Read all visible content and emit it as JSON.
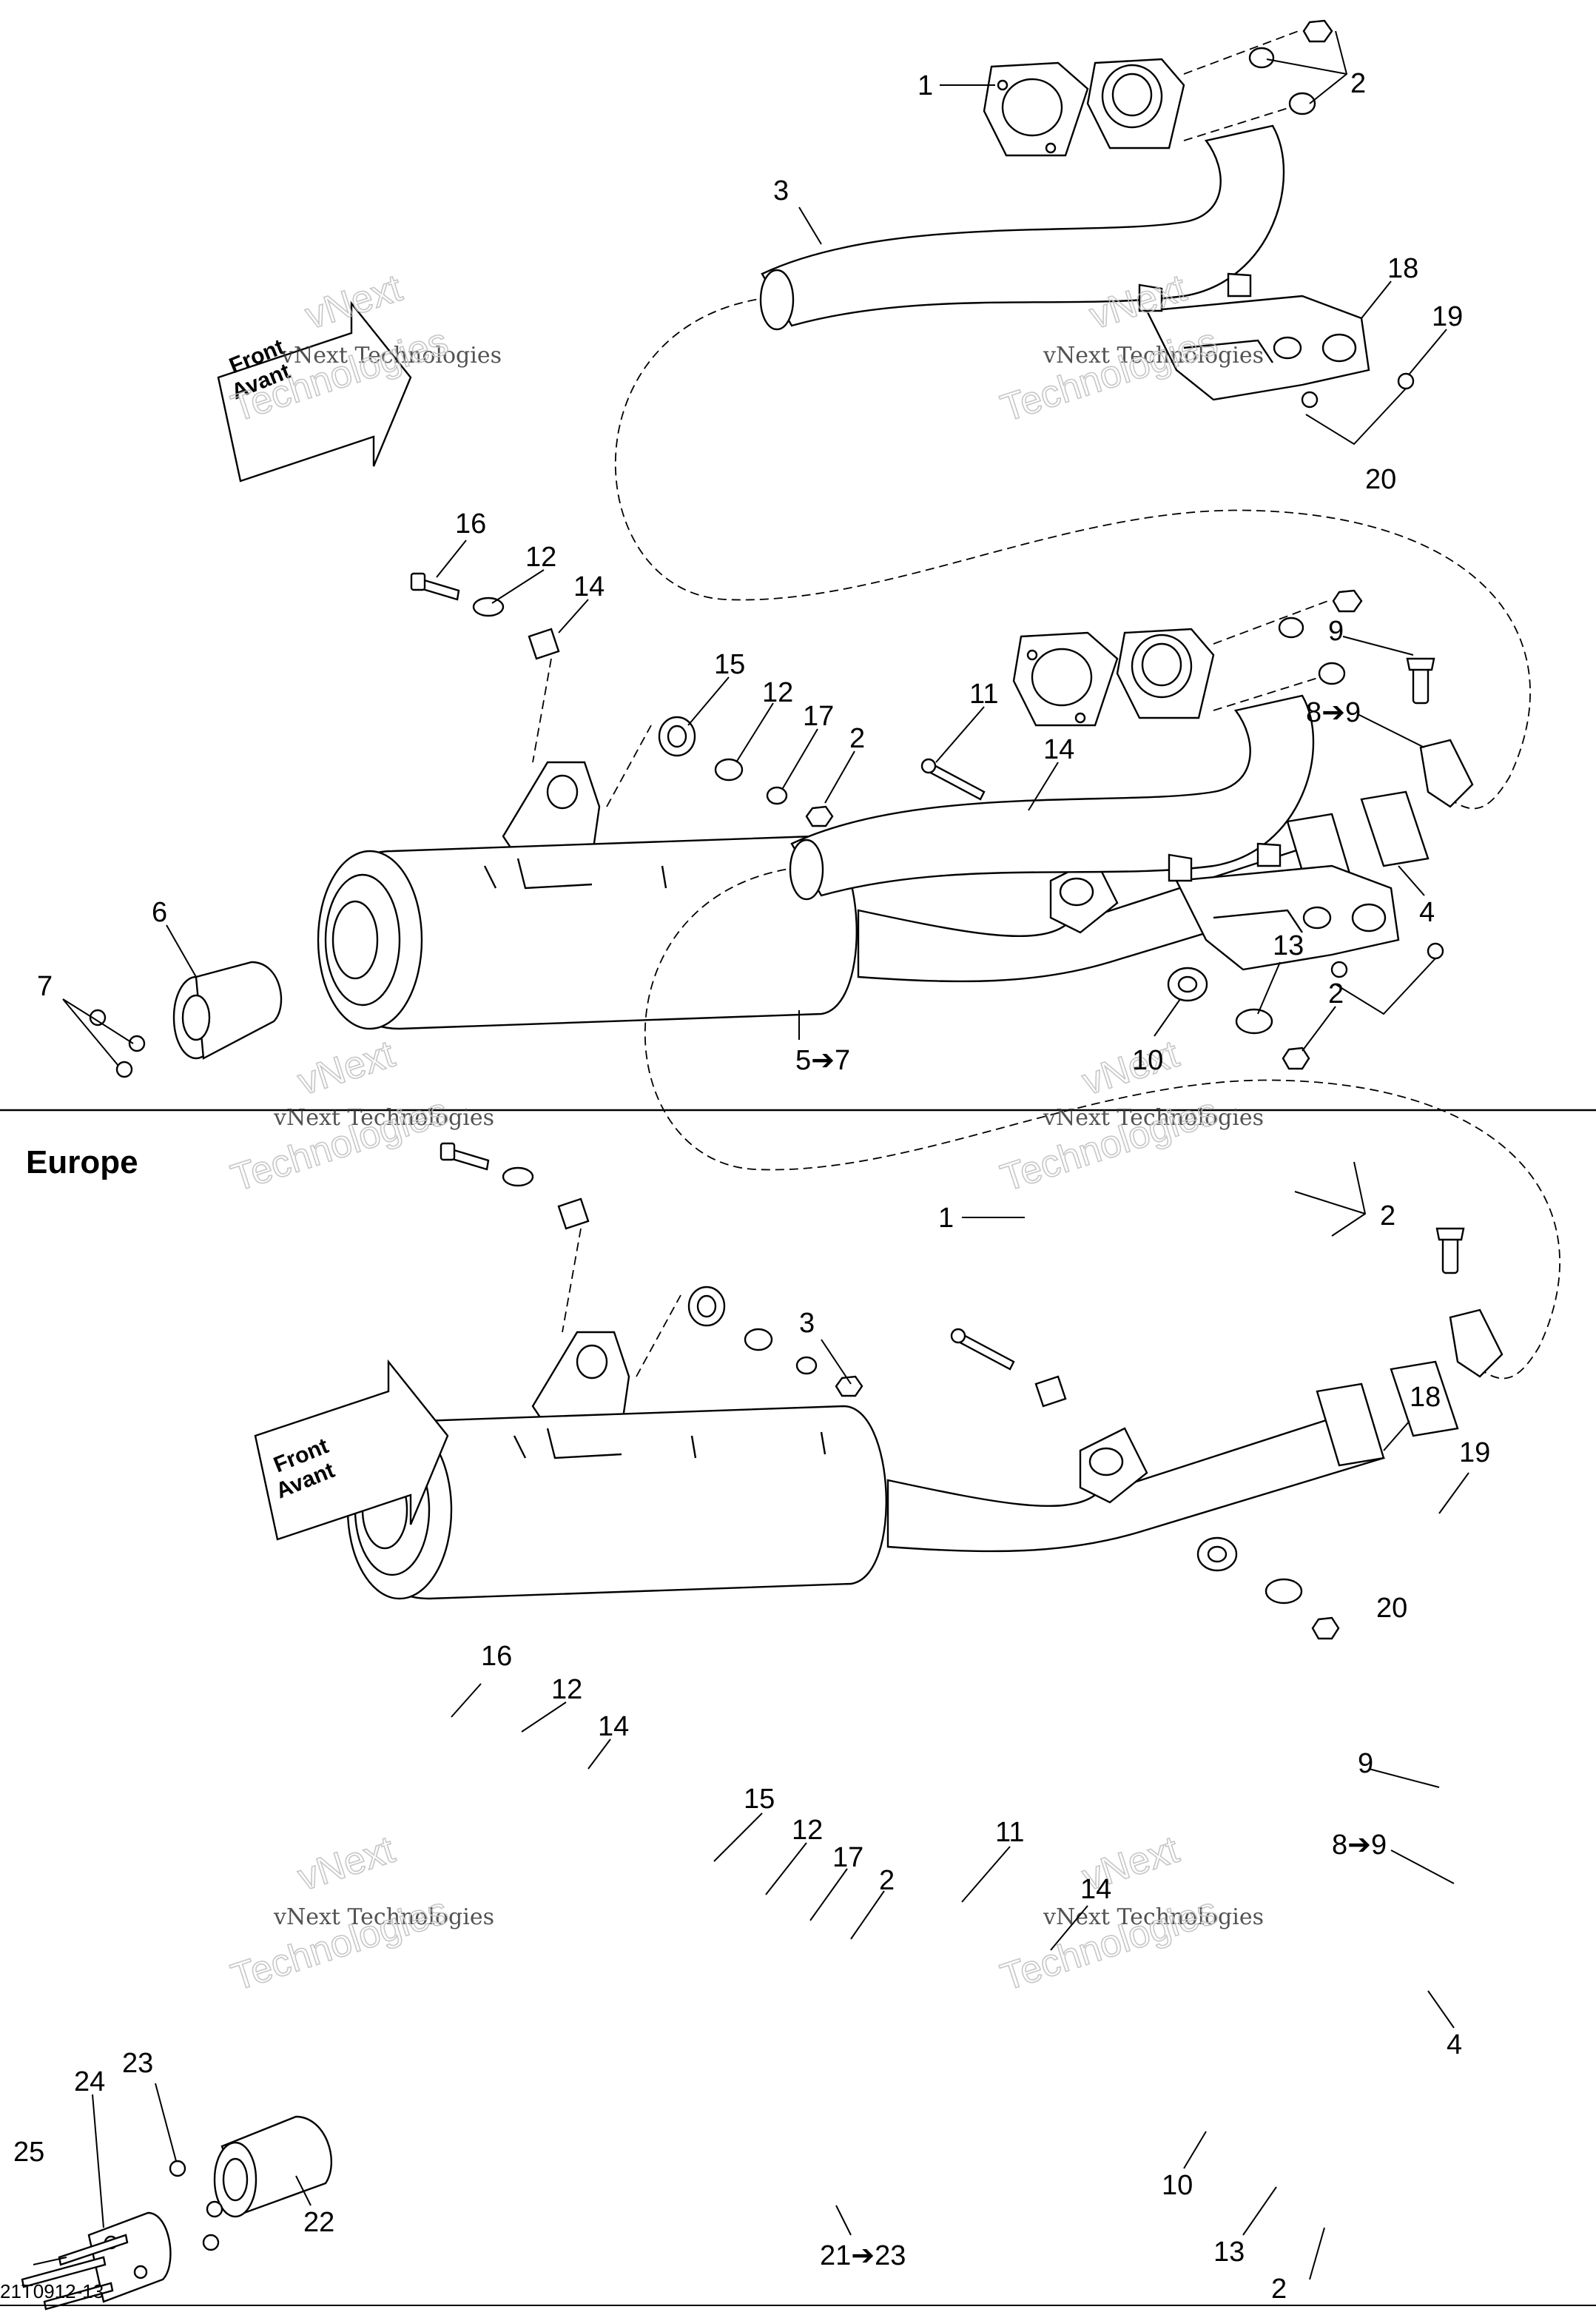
{
  "region_label": "Europe",
  "drawing_code": "21T0912-13",
  "front_label": "Front",
  "avant_label": "Avant",
  "watermark_line1": "vNext Technologies",
  "watermark_line2": "vNext",
  "watermark_line3": "Technologies",
  "top": {
    "callouts": [
      "1",
      "2",
      "3",
      "18",
      "19",
      "20",
      "16",
      "12",
      "14",
      "15",
      "12",
      "17",
      "2",
      "11",
      "14",
      "9",
      "8➔9",
      "4",
      "13",
      "2",
      "10",
      "6",
      "7",
      "5➔7"
    ]
  },
  "bottom": {
    "callouts": [
      "1",
      "2",
      "3",
      "18",
      "19",
      "20",
      "16",
      "12",
      "14",
      "15",
      "12",
      "17",
      "2",
      "11",
      "14",
      "9",
      "8➔9",
      "4",
      "10",
      "13",
      "2",
      "21➔23",
      "22",
      "23",
      "24",
      "25"
    ]
  }
}
